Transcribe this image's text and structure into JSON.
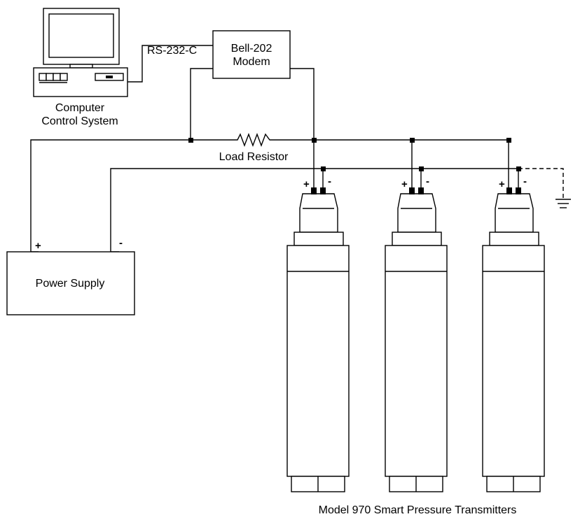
{
  "labels": {
    "computer_line1": "Computer",
    "computer_line2": "Control System",
    "rs232": "RS-232-C",
    "modem_line1": "Bell-202",
    "modem_line2": "Modem",
    "load_resistor": "Load Resistor",
    "power_supply": "Power Supply",
    "power_plus": "+",
    "power_minus": "-",
    "caption": "Model 970 Smart Pressure Transmitters"
  },
  "transmitters": [
    {
      "plus": "+",
      "minus": "-"
    },
    {
      "plus": "+",
      "minus": "-"
    },
    {
      "plus": "+",
      "minus": "-"
    }
  ]
}
